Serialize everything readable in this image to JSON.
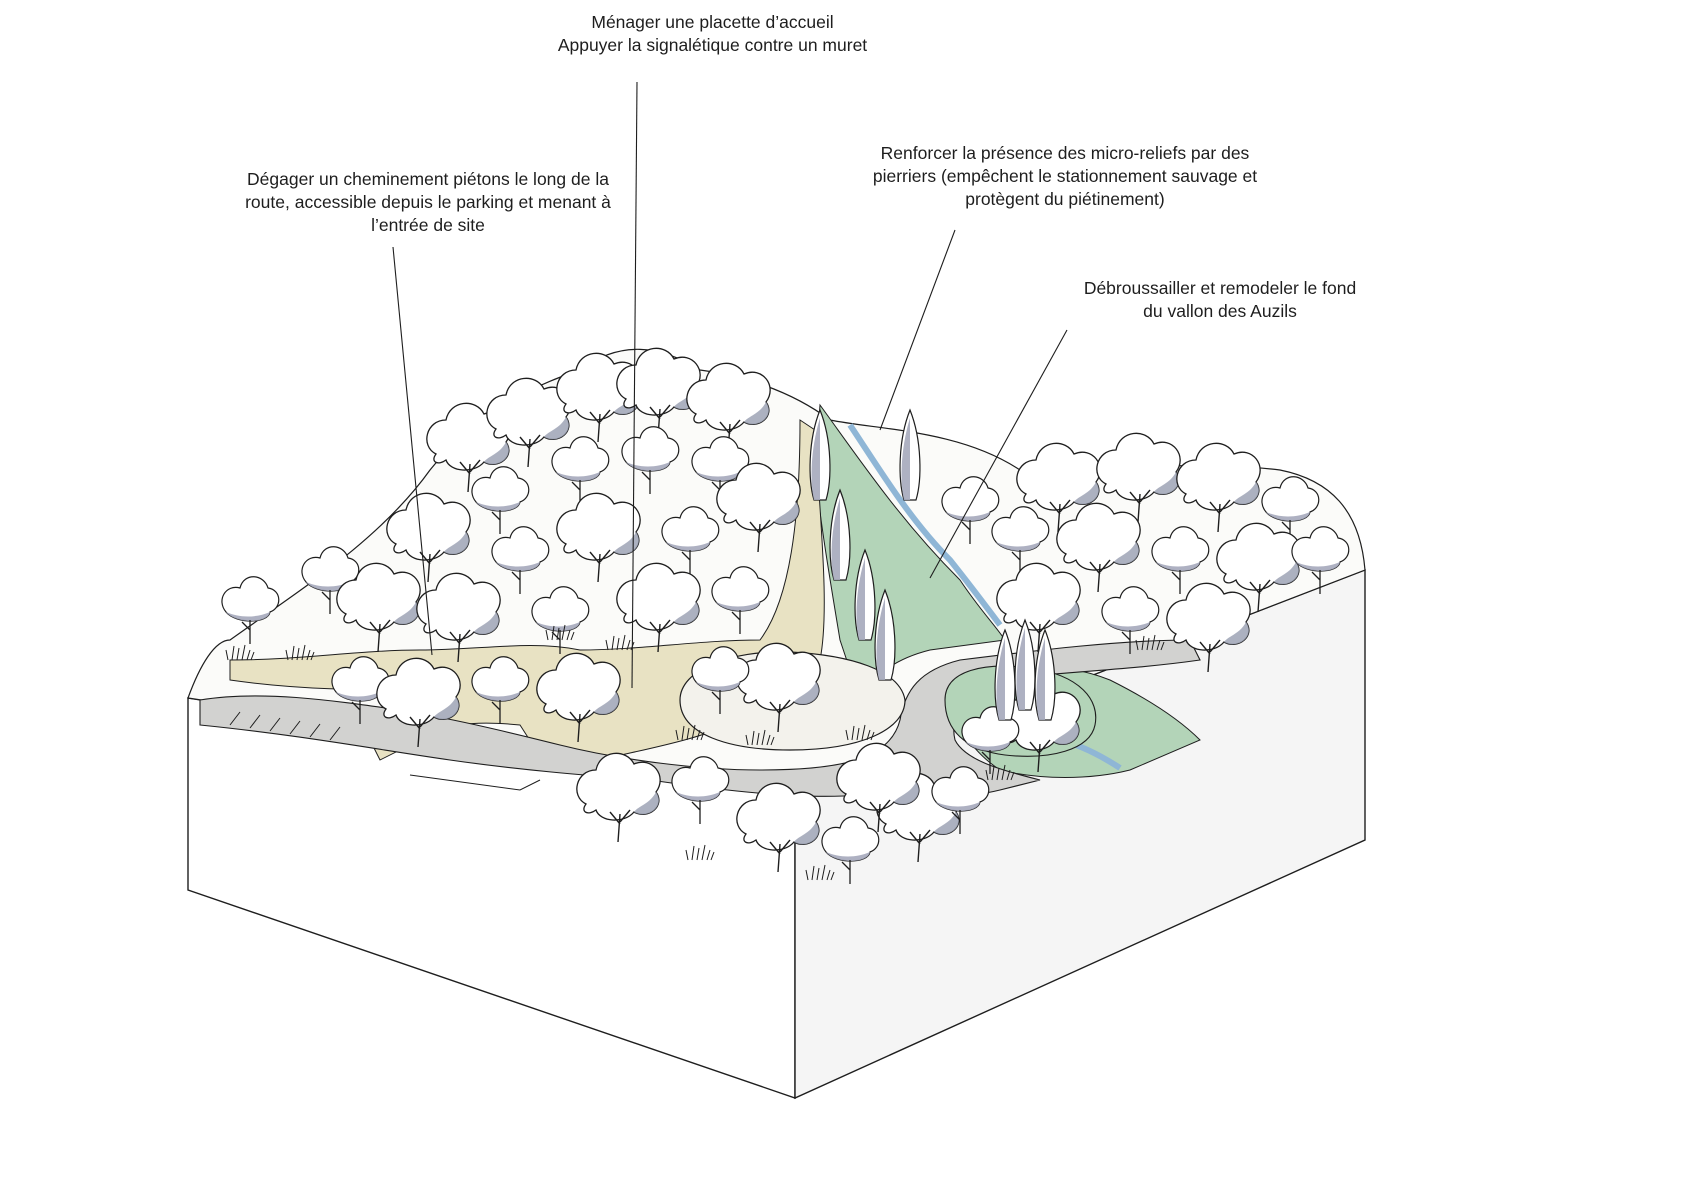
{
  "annotations": {
    "placette": {
      "line1": "Ménager une placette d’accueil",
      "line2": "Appuyer la signalétique contre un muret"
    },
    "cheminement": {
      "line1": "Dégager un cheminement piétons le long de la",
      "line2": "route, accessible depuis le parking et menant à",
      "line3": "l’entrée de site"
    },
    "microreliefs": {
      "line1": "Renforcer la présence des micro-reliefs par des",
      "line2": "pierriers (empêchent le stationnement sauvage et",
      "line3": "protègent du piétinement)"
    },
    "vallon": {
      "line1": "Débroussailler et remodeler le fond",
      "line2": "du vallon des Auzils"
    }
  },
  "colors": {
    "ink": "#1e1e1e",
    "path_sand": "#e8e2c3",
    "road_grey": "#d2d2d0",
    "meadow_green": "#b3d4b8",
    "stream_blue": "#8fb6d6",
    "tree_shadow": "#9ea3b5",
    "block_side": "#f5f5f5"
  }
}
